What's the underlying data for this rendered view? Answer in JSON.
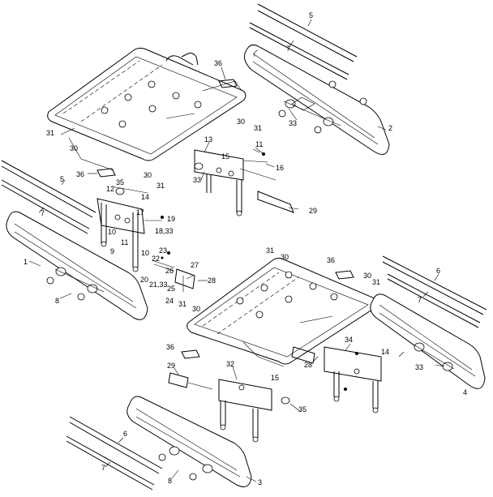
{
  "labels": {
    "l5a": "5",
    "l7a": "7",
    "l36a": "36",
    "l2": "2",
    "l33a": "33",
    "l30a": "30",
    "l31a": "31",
    "l31b": "31",
    "l30b": "30",
    "l13": "13",
    "l11a": "11",
    "l15a": "15",
    "l16": "16",
    "l36b": "36",
    "l30c": "30",
    "l31c": "31",
    "l33b": "33",
    "l35a": "35",
    "l12": "12",
    "l14a": "14",
    "l29a": "29",
    "l5b": "5",
    "l7b": "7",
    "l17": "17",
    "l19": "19",
    "l18_33": "18,33",
    "l10a": "10",
    "l11b": "11",
    "l9": "9",
    "l10b": "10",
    "l1": "1",
    "l8a": "8",
    "l23": "23",
    "l22": "22",
    "l27": "27",
    "l26": "26",
    "l20": "20",
    "l21_33": "21,33",
    "l25": "25",
    "l28a": "28",
    "l24": "24",
    "l31d": "31",
    "l30d": "30",
    "l36c": "36",
    "l30e": "30",
    "l31e": "31",
    "l6a": "6",
    "l7c": "7",
    "l31f": "31",
    "l30f": "30",
    "l34": "34",
    "l14b": "14",
    "l36d": "36",
    "l28b": "28",
    "l29b": "29",
    "l32": "32",
    "l15b": "15",
    "l33c": "33",
    "l4": "4",
    "l35b": "35",
    "l6b": "6",
    "l7d": "7",
    "l8b": "8",
    "l3": "3"
  }
}
